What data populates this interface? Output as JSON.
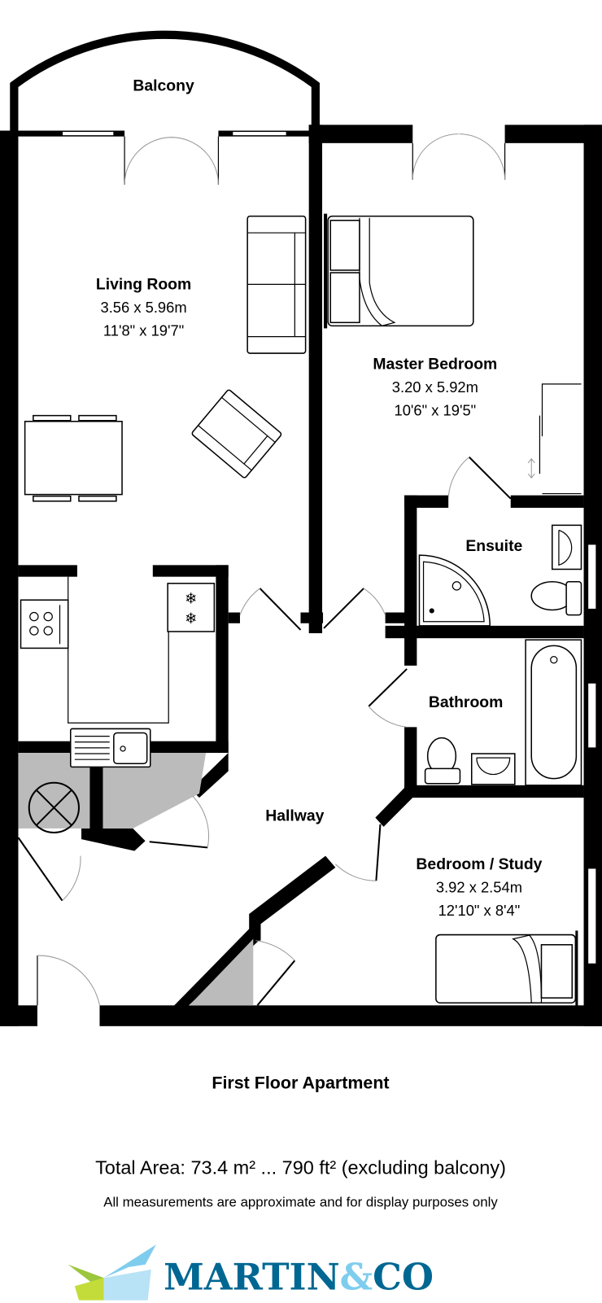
{
  "rooms": {
    "balcony": {
      "name": "Balcony"
    },
    "living": {
      "name": "Living Room",
      "metric": "3.56 x 5.96m",
      "imperial": "11'8\" x 19'7\""
    },
    "master": {
      "name": "Master Bedroom",
      "metric": "3.20 x 5.92m",
      "imperial": "10'6\" x 19'5\""
    },
    "ensuite": {
      "name": "Ensuite"
    },
    "bathroom": {
      "name": "Bathroom"
    },
    "hallway": {
      "name": "Hallway"
    },
    "study": {
      "name": "Bedroom / Study",
      "metric": "3.92 x 2.54m",
      "imperial": "12'10\" x 8'4\""
    }
  },
  "footer": {
    "title": "First Floor Apartment",
    "total_area": "Total Area: 73.4 m² ... 790 ft² (excluding balcony)",
    "disclaimer": "All measurements are approximate and for display purposes only"
  },
  "logo": {
    "part1": "MARTIN",
    "amp": "&",
    "part2": "CO"
  },
  "colors": {
    "wall": "#000000",
    "cupboard": "#bbbbbb",
    "brand_dark": "#006792",
    "brand_light": "#7fcdee",
    "brand_green": "#9cc63b"
  }
}
